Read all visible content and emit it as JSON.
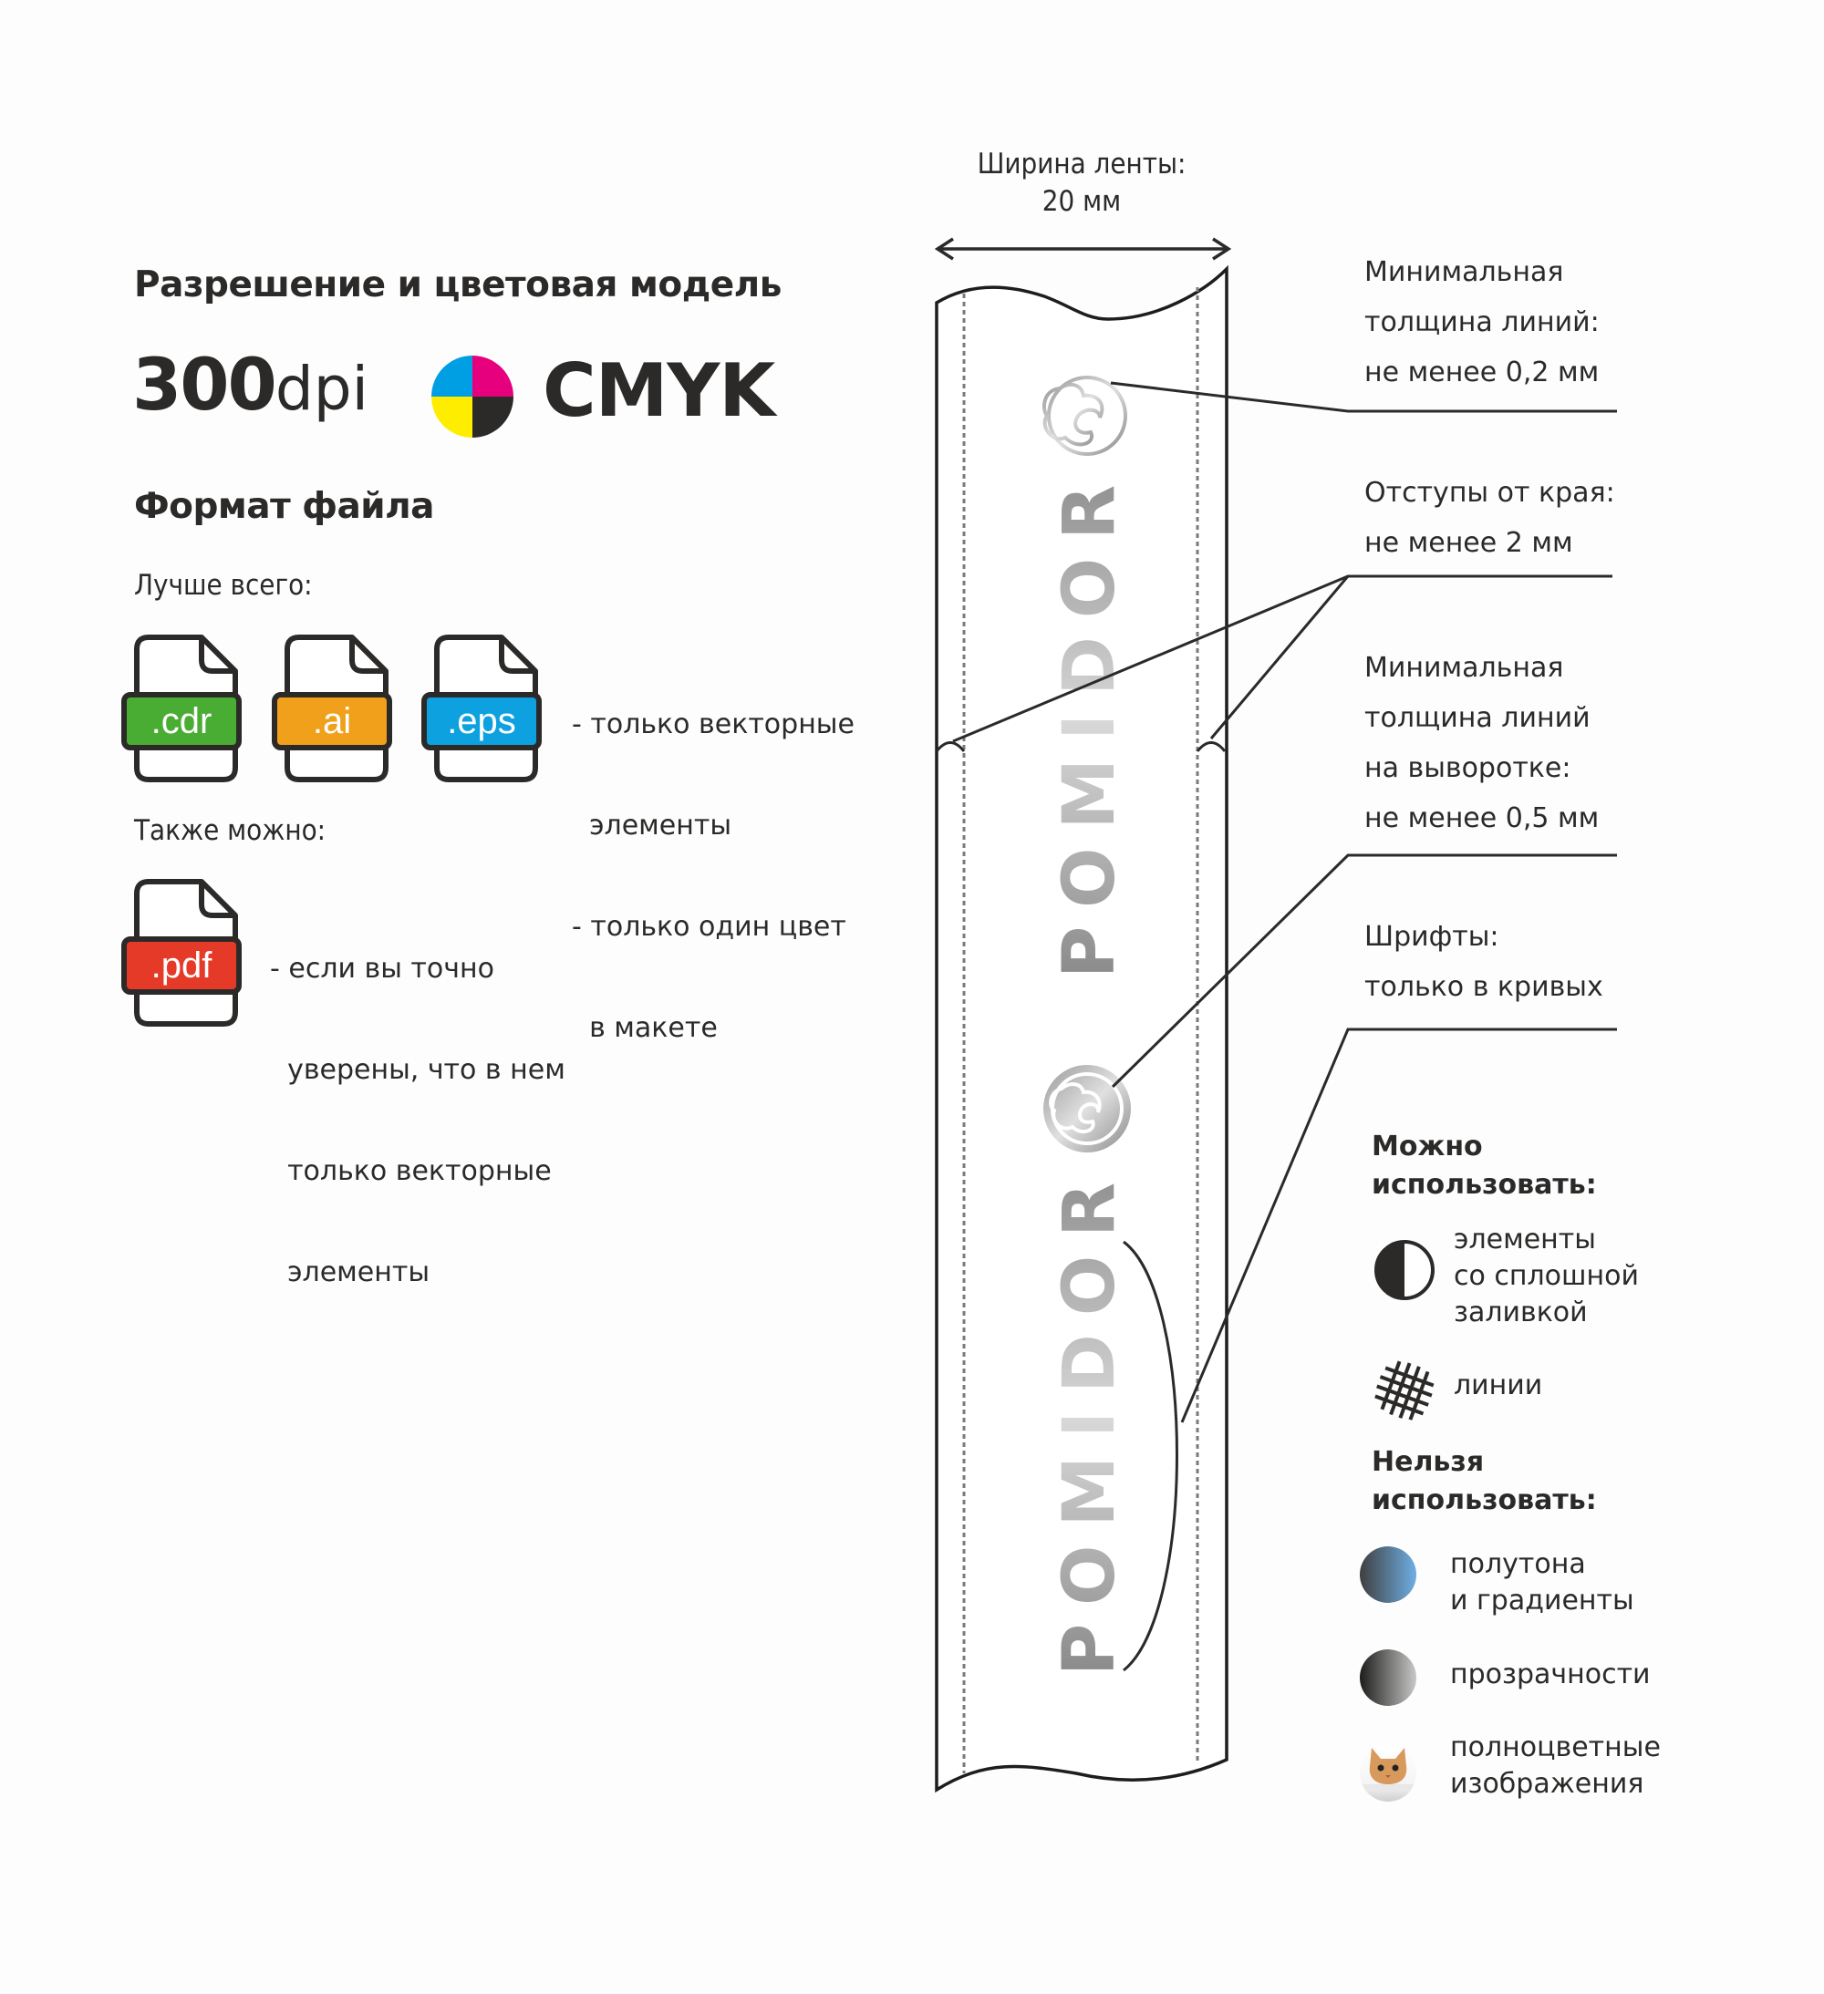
{
  "left": {
    "resolution_heading": "Разрешение и цветовая модель",
    "dpi_value": "300",
    "dpi_unit": "dpi",
    "color_model": "CMYK",
    "cmyk_colors": {
      "cyan": "#009fe3",
      "magenta": "#e6007e",
      "yellow": "#ffed00",
      "black": "#2b2a29"
    },
    "format_heading": "Формат файла",
    "best_label": "Лучше всего:",
    "best_formats": [
      {
        "ext": ".cdr",
        "color": "#4aad33"
      },
      {
        "ext": ".ai",
        "color": "#f0a01a"
      },
      {
        "ext": ".eps",
        "color": "#0ea1e0"
      }
    ],
    "best_notes": [
      "- только векторные",
      "  элементы",
      "- только один цвет",
      "  в макете"
    ],
    "also_label": "Также можно:",
    "also_formats": [
      {
        "ext": ".pdf",
        "color": "#e53a27"
      }
    ],
    "also_notes": [
      "- если вы точно",
      "  уверены, что в нем",
      "  только векторные",
      "  элементы"
    ]
  },
  "tape": {
    "width_label_line1": "Ширина ленты:",
    "width_label_line2": "20 мм",
    "brand_text": "POMIDOR"
  },
  "callouts": [
    {
      "lines": [
        "Минимальная",
        "толщина линий:",
        "не менее 0,2 мм"
      ]
    },
    {
      "lines": [
        "Отступы от края:",
        "не менее 2 мм"
      ]
    },
    {
      "lines": [
        "Минимальная",
        "толщина линий",
        "на выворотке:",
        "не менее 0,5 мм"
      ]
    },
    {
      "lines": [
        "Шрифты:",
        "только в кривых"
      ]
    }
  ],
  "allowed": {
    "heading_line1": "Можно",
    "heading_line2": "использовать:",
    "items": [
      {
        "icon": "half-filled-circle-icon",
        "lines": [
          "элементы",
          "со сплошной",
          "заливкой"
        ]
      },
      {
        "icon": "crosshatch-lines-icon",
        "lines": [
          "линии"
        ]
      }
    ]
  },
  "forbidden": {
    "heading_line1": "Нельзя",
    "heading_line2": "использовать:",
    "items": [
      {
        "icon": "gradient-circle-icon",
        "lines": [
          "полутона",
          "и градиенты"
        ]
      },
      {
        "icon": "transparency-circle-icon",
        "lines": [
          "прозрачности"
        ]
      },
      {
        "icon": "cat-photo-icon",
        "lines": [
          "полноцветные",
          "изображения"
        ]
      }
    ]
  }
}
